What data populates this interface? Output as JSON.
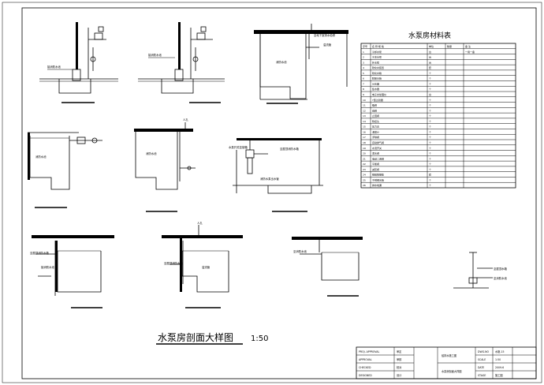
{
  "drawing": {
    "title": "水泵房剖面大样图",
    "scale": "1:50"
  },
  "material_table": {
    "title": "水泵房材料表",
    "headers": [
      "序号",
      "名 称 规 格",
      "单位",
      "数量",
      "备 注"
    ],
    "rows": [
      {
        "no": "1",
        "name": "冷却水泵",
        "spec": "",
        "unit": "台",
        "qty": "",
        "note": "一用一备"
      },
      {
        "no": "2",
        "name": "冷冻水泵",
        "spec": "",
        "unit": "台",
        "qty": "",
        "note": ""
      },
      {
        "no": "3",
        "name": "补水泵",
        "spec": "",
        "unit": "台",
        "qty": "",
        "note": ""
      },
      {
        "no": "4",
        "name": "软化水装置",
        "spec": "",
        "unit": "套",
        "qty": "",
        "note": ""
      },
      {
        "no": "5",
        "name": "软化水箱",
        "spec": "",
        "unit": "个",
        "qty": "",
        "note": ""
      },
      {
        "no": "6",
        "name": "膨胀水箱",
        "spec": "",
        "unit": "个",
        "qty": "",
        "note": ""
      },
      {
        "no": "7",
        "name": "分水器",
        "spec": "",
        "unit": "个",
        "qty": "",
        "note": ""
      },
      {
        "no": "8",
        "name": "集水器",
        "spec": "",
        "unit": "个",
        "qty": "",
        "note": ""
      },
      {
        "no": "9",
        "name": "电子水处理仪",
        "spec": "",
        "unit": "台",
        "qty": "",
        "note": ""
      },
      {
        "no": "10",
        "name": "Y型过滤器",
        "spec": "",
        "unit": "个",
        "qty": "",
        "note": ""
      },
      {
        "no": "11",
        "name": "蝶阀",
        "spec": "",
        "unit": "个",
        "qty": "",
        "note": ""
      },
      {
        "no": "12",
        "name": "闸阀",
        "spec": "",
        "unit": "个",
        "qty": "",
        "note": ""
      },
      {
        "no": "13",
        "name": "止回阀",
        "spec": "",
        "unit": "个",
        "qty": "",
        "note": ""
      },
      {
        "no": "14",
        "name": "软接头",
        "spec": "",
        "unit": "个",
        "qty": "",
        "note": ""
      },
      {
        "no": "15",
        "name": "压力表",
        "spec": "",
        "unit": "个",
        "qty": "",
        "note": ""
      },
      {
        "no": "16",
        "name": "温度计",
        "spec": "",
        "unit": "个",
        "qty": "",
        "note": ""
      },
      {
        "no": "17",
        "name": "浮球阀",
        "spec": "",
        "unit": "个",
        "qty": "",
        "note": ""
      },
      {
        "no": "18",
        "name": "自动排气阀",
        "spec": "",
        "unit": "个",
        "qty": "",
        "note": ""
      },
      {
        "no": "19",
        "name": "水流开关",
        "spec": "",
        "unit": "个",
        "qty": "",
        "note": ""
      },
      {
        "no": "20",
        "name": "泄水阀",
        "spec": "",
        "unit": "个",
        "qty": "",
        "note": ""
      },
      {
        "no": "21",
        "name": "电动二通阀",
        "spec": "",
        "unit": "个",
        "qty": "",
        "note": ""
      },
      {
        "no": "22",
        "name": "平衡阀",
        "spec": "",
        "unit": "个",
        "qty": "",
        "note": ""
      },
      {
        "no": "23",
        "name": "减压阀",
        "spec": "",
        "unit": "个",
        "qty": "",
        "note": ""
      },
      {
        "no": "24",
        "name": "橡胶隔振垫",
        "spec": "",
        "unit": "套",
        "qty": "",
        "note": ""
      },
      {
        "no": "25",
        "name": "不锈钢水箱",
        "spec": "",
        "unit": "个",
        "qty": "",
        "note": ""
      },
      {
        "no": "26",
        "name": "排水地漏",
        "spec": "",
        "unit": "个",
        "qty": "",
        "note": ""
      }
    ]
  },
  "views": {
    "v1_label": "接消防水池",
    "v2_label": "接消防水池",
    "v3_label_a": "至地下室排水检修",
    "v3_label_b": "消防水池",
    "v3_label_c": "溢流管",
    "v4_label": "消防水池",
    "v5_label_a": "人孔",
    "v5_label_b": "消防水池",
    "v6_label": "水泵开关控制箱",
    "v7_label_a": "至屋顶消防水箱",
    "v7_label_b": "消防水泵出水管",
    "v8_label_a": "人孔",
    "v8_label_b": "至屋顶消防水箱",
    "v8_label_c": "接消防水池",
    "v8_label_d": "溢流管",
    "v9_label": "至屋顶消防水箱",
    "v10_label_a": "至屋顶水箱",
    "v10_label_b": "至消防水池"
  },
  "title_block": {
    "left": [
      [
        "PROJ. APPROVAL",
        "审定"
      ],
      [
        "APPROVAL",
        "审核"
      ],
      [
        "CHECKED",
        "校对"
      ],
      [
        "DESIGNED",
        "设计"
      ]
    ],
    "mid_title": "给排水施工图",
    "mid_sub": "水泵房剖面大样图",
    "right": [
      [
        "DWG.NO",
        "水施-15"
      ],
      [
        "SCALE",
        "1:50"
      ],
      [
        "DATE",
        "2009.6"
      ],
      [
        "STAGE",
        "施工图"
      ]
    ]
  }
}
